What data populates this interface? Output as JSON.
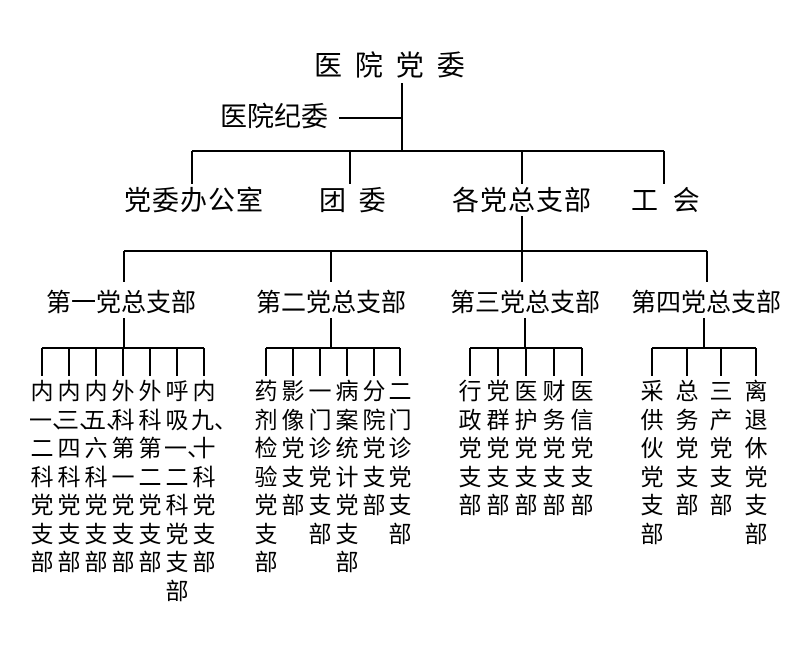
{
  "root": "医 院 党 委",
  "discipline": "医院纪委",
  "level2": [
    "党委办公室",
    "团 委",
    "各党总支部",
    "工 会"
  ],
  "branches": [
    {
      "label": "第一党总支部",
      "depts": [
        "内一、二科党支部",
        "内三、四科党支部",
        "内五、六科党支部",
        "外科第一党支部",
        "外科第二党支部",
        "呼吸一、二科党支部",
        "内九、十科党支部"
      ]
    },
    {
      "label": "第二党总支部",
      "depts": [
        "药剂检验党支部",
        "影像党支部",
        "一门诊党支部",
        "病案统计党支部",
        "分院党支部",
        "二门诊党支部"
      ]
    },
    {
      "label": "第三党总支部",
      "depts": [
        "行政党支部",
        "党群党支部",
        "医护党支部",
        "财务党支部",
        "医信党支部"
      ]
    },
    {
      "label": "第四党总支部",
      "depts": [
        "采供伙党支部",
        "总务党支部",
        "三产党支部",
        "离退休党支部"
      ]
    }
  ]
}
